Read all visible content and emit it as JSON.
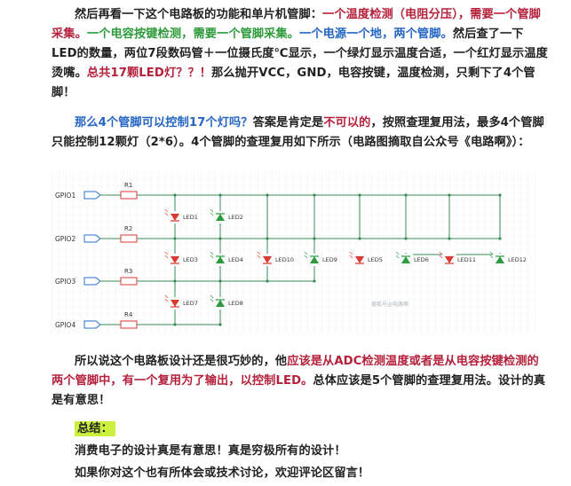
{
  "p1": {
    "s1": "然后再看一下这个电路板的功能和单片机管脚：",
    "s2": "一个温度检测（电阻分压），需要一个管脚采集。",
    "s3": "一个电容按键检测，需要一个管脚采集。",
    "s4": "一个电源一个地，两个管脚。",
    "s5": "然后查了一下LED的数量，两位7段数码管＋一位摄氏度℃显示，一个绿灯显示温度合适，一个红灯显示温度烫嘴。",
    "s6": "总共17颗LED灯？？！",
    "s7": "那么抛开VCC，GND，电容按键，温度检测，只剩下了4个管脚！"
  },
  "p2": {
    "s1": "那么4个管脚可以控制17个灯吗？",
    "s2": "答案是肯定是",
    "s3": "不可以的",
    "s4": "，按照查理复用法，最多4个管脚只能控制12颗灯（2*6）。4个管脚的查理复用如下所示（电路图摘取自公众号《电路啊》）："
  },
  "circuit": {
    "gpio_labels": [
      "GPIO1",
      "GPIO2",
      "GPIO3",
      "GPIO4"
    ],
    "resistor_labels": [
      "R1",
      "R2",
      "R3",
      "R4"
    ],
    "led_labels": [
      "LED1",
      "LED2",
      "LED3",
      "LED4",
      "LED5",
      "LED6",
      "LED7",
      "LED8",
      "LED9",
      "LED10",
      "LED11",
      "LED12"
    ],
    "watermark": "搜狐号@电路啊"
  },
  "p3": {
    "s1": "所以说这个电路板设计还是很巧妙的，他",
    "s2": "应该是从ADC检测温度或者是从电容按键检测的两个管脚中，有一个复用为了输出，以控制LED。",
    "s3": "总体应该是5个管脚的查理复用法。设计的真是有意思！"
  },
  "summary": {
    "label": "总结：",
    "line1": "消费电子的设计真是有意思！真是穷极所有的设计！",
    "line2": "如果你对这个也有所体会或技术讨论，欢迎评论区留言！"
  },
  "colors": {
    "red_text": "#b5213b",
    "green_text": "#2d9b3b",
    "blue_text": "#2565c4",
    "highlight": "#cbf03e",
    "wire": "#3a8c5a",
    "led_red": "#d93a2f",
    "led_green": "#2b9b3e"
  }
}
